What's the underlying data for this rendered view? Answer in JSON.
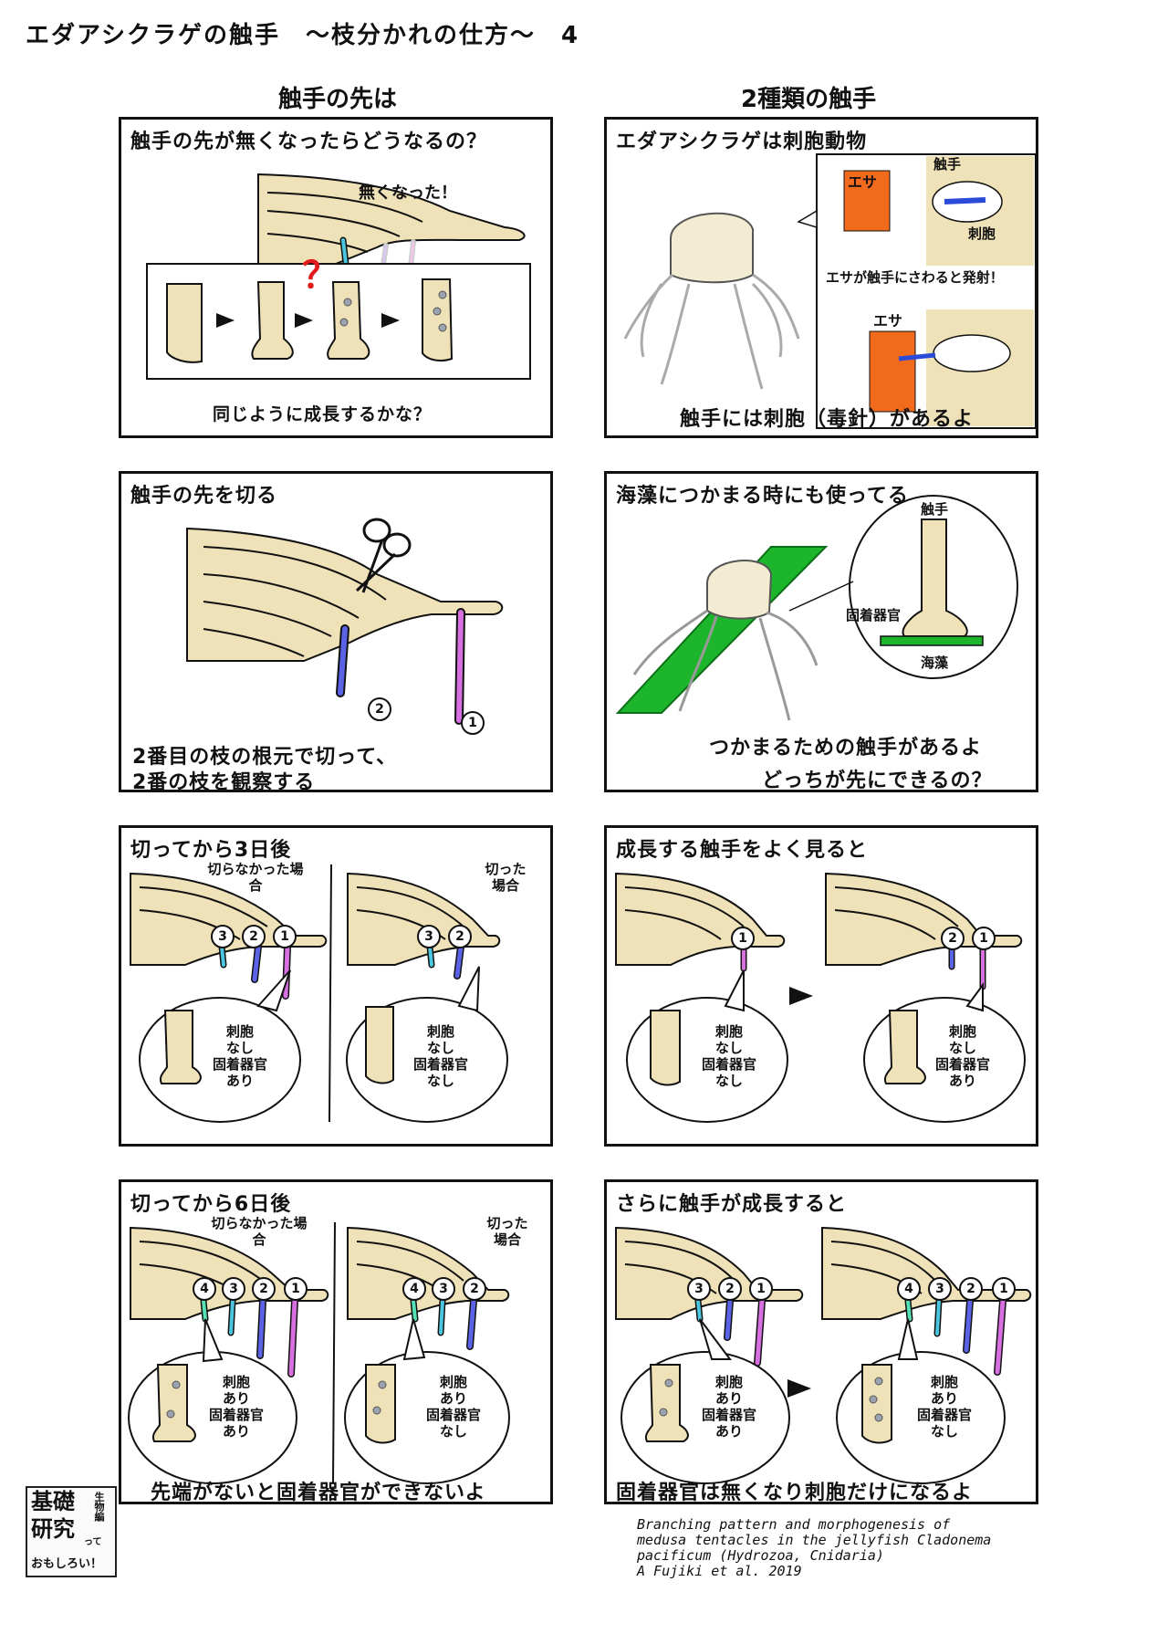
{
  "page_title": "エダアシクラゲの触手　～枝分かれの仕方～　4",
  "col_left_header": "触手の先は",
  "col_right_header": "2種類の触手",
  "p1": {
    "title": "触手の先が無くなったらどうなるの？",
    "label_gone": "無くなった！",
    "question_mark": "？",
    "caption": "同じように成長するかな？"
  },
  "p2": {
    "title": "エダアシクラゲは刺胞動物",
    "label_food": "エサ",
    "label_tentacle": "触手",
    "label_cnidocyte": "刺胞",
    "label_fire": "エサが触手にさわると発射！",
    "label_food2": "エサ",
    "caption": "触手には刺胞（毒針）があるよ"
  },
  "p3": {
    "title": "触手の先を切る",
    "num2": "2",
    "num1": "1",
    "caption1": "2番目の枝の根元で切って、",
    "caption2": "2番の枝を観察する"
  },
  "p4": {
    "title": "海藻につかまる時にも使ってる",
    "label_tentacle": "触手",
    "label_adhesive": "固着器官",
    "label_seaweed": "海藻",
    "caption1": "つかまるための触手があるよ",
    "caption2": "どっちが先にできるの？"
  },
  "p5": {
    "title": "切ってから3日後",
    "left_label": "切らなかった場合",
    "right_label": "切った場合",
    "left_nums": [
      "3",
      "2",
      "1"
    ],
    "right_nums": [
      "3",
      "2"
    ],
    "left_bubble": [
      "刺胞",
      "なし",
      "固着器官",
      "あり"
    ],
    "right_bubble": [
      "刺胞",
      "なし",
      "固着器官",
      "なし"
    ]
  },
  "p6": {
    "title": "成長する触手をよく見ると",
    "left_nums": [
      "1"
    ],
    "right_nums": [
      "2",
      "1"
    ],
    "left_bubble": [
      "刺胞",
      "なし",
      "固着器官",
      "なし"
    ],
    "right_bubble": [
      "刺胞",
      "なし",
      "固着器官",
      "あり"
    ]
  },
  "p7": {
    "title": "切ってから6日後",
    "left_label": "切らなかった場合",
    "right_label": "切った場合",
    "left_nums": [
      "4",
      "3",
      "2",
      "1"
    ],
    "right_nums": [
      "4",
      "3",
      "2"
    ],
    "left_bubble": [
      "刺胞",
      "あり",
      "固着器官",
      "あり"
    ],
    "right_bubble": [
      "刺胞",
      "あり",
      "固着器官",
      "なし"
    ],
    "caption": "先端がないと固着器官ができないよ"
  },
  "p8": {
    "title": "さらに触手が成長すると",
    "left_nums": [
      "3",
      "2",
      "1"
    ],
    "right_nums": [
      "4",
      "3",
      "2",
      "1"
    ],
    "left_bubble": [
      "刺胞",
      "あり",
      "固着器官",
      "あり"
    ],
    "right_bubble": [
      "刺胞",
      "あり",
      "固着器官",
      "なし"
    ],
    "caption": "固着器官は無くなり刺胞だけになるよ"
  },
  "footnote": [
    "Branching pattern and morphogenesis of",
    "medusa tentacles in the jellyfish Cladonema",
    "pacificum (Hydrozoa, Cnidaria)",
    "A Fujiki et al. 2019"
  ],
  "logo": {
    "line1": "基礎",
    "line2": "研究",
    "side": "生物編",
    "small": "って",
    "bottom": "おもしろい！"
  },
  "colors": {
    "tentacle": "#efe2b8",
    "outline": "#111111",
    "food": "#f26a1b",
    "seaweed": "#1db52c",
    "cut_pink": "#d76fe0",
    "blue": "#5a63e6",
    "teal": "#4cc6e0",
    "green_tip": "#55e0b5",
    "question": "#e01b1b"
  }
}
